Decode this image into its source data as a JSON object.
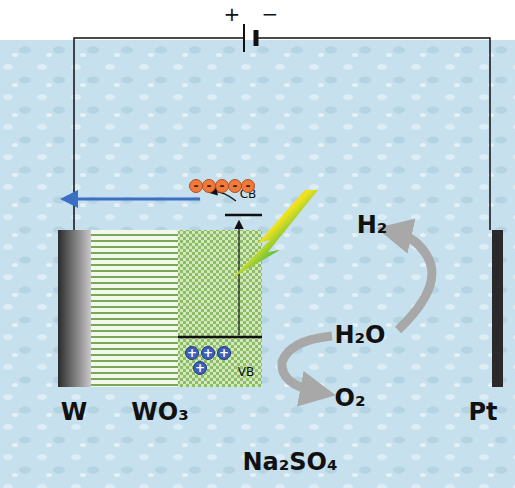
{
  "diagram": {
    "labels": [
      "+",
      "−",
      "CB",
      "VB",
      "-",
      "-",
      "-",
      "-",
      "-",
      "+",
      "+",
      "+",
      "+",
      "H₂",
      "H₂O",
      "O₂",
      "W",
      "WO₃",
      "Pt",
      "Na₂SO₄"
    ]
  }
}
